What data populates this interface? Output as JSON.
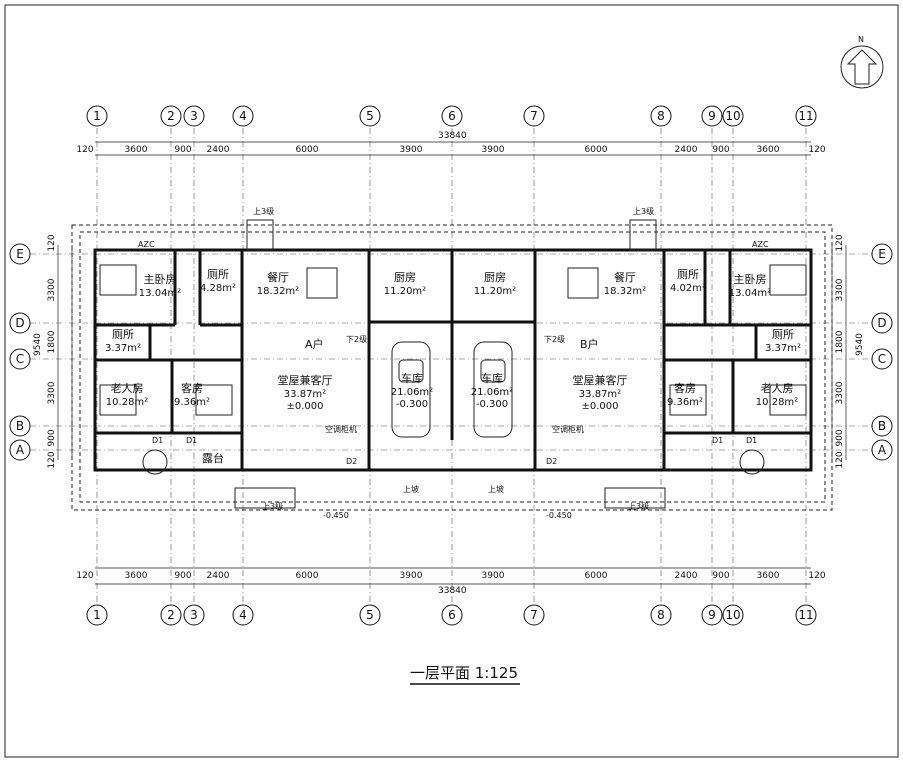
{
  "title": "一层平面 1:125",
  "north": "N",
  "total_width": "33840",
  "axes_columns": [
    "1",
    "2",
    "3",
    "4",
    "5",
    "6",
    "7",
    "8",
    "9",
    "10",
    "11"
  ],
  "axes_rows": [
    "E",
    "D",
    "C",
    "B",
    "A"
  ],
  "dims_horizontal": [
    "120",
    "3600",
    "900",
    "2400",
    "6000",
    "3900",
    "3900",
    "6000",
    "2400",
    "900",
    "3600",
    "120"
  ],
  "dims_vertical": [
    "120",
    "3300",
    "1800",
    "3300",
    "900",
    "120"
  ],
  "depth_total": "9540",
  "units": [
    "A户",
    "B户"
  ],
  "rooms": [
    {
      "name": "主卧房",
      "area": "13.04m²"
    },
    {
      "name": "厕所",
      "area": "4.28m²"
    },
    {
      "name": "餐厅",
      "area": "18.32m²"
    },
    {
      "name": "厨房",
      "area": "11.20m²"
    },
    {
      "name": "厕所",
      "area": "3.37m²"
    },
    {
      "name": "老人房",
      "area": "10.28m²"
    },
    {
      "name": "客房",
      "area": "9.36m²"
    },
    {
      "name": "堂屋兼客厅",
      "area": "33.87m²",
      "level": "±0.000"
    },
    {
      "name": "车库",
      "area": "21.06m²",
      "level": "-0.300"
    },
    {
      "name": "露台",
      "area": ""
    },
    {
      "name": "厨房",
      "area": "11.20m²"
    },
    {
      "name": "餐厅",
      "area": "18.32m²"
    },
    {
      "name": "厕所",
      "area": "4.02m²"
    },
    {
      "name": "主卧房",
      "area": "13.04m²"
    },
    {
      "name": "厕所",
      "area": "3.37m²"
    },
    {
      "name": "客房",
      "area": "9.36m²"
    },
    {
      "name": "老人房",
      "area": "10.28m²"
    },
    {
      "name": "堂屋兼客厅",
      "area": "33.87m²",
      "level": "±0.000"
    },
    {
      "name": "车库",
      "area": "21.06m²",
      "level": "-0.300"
    }
  ],
  "labels": {
    "up3": "上3级",
    "down2": "下2级",
    "up": "上坡",
    "ac": "空调柜机",
    "ext_level": "-0.450",
    "d1": "D1",
    "d2": "D2",
    "azc": "AZC"
  }
}
